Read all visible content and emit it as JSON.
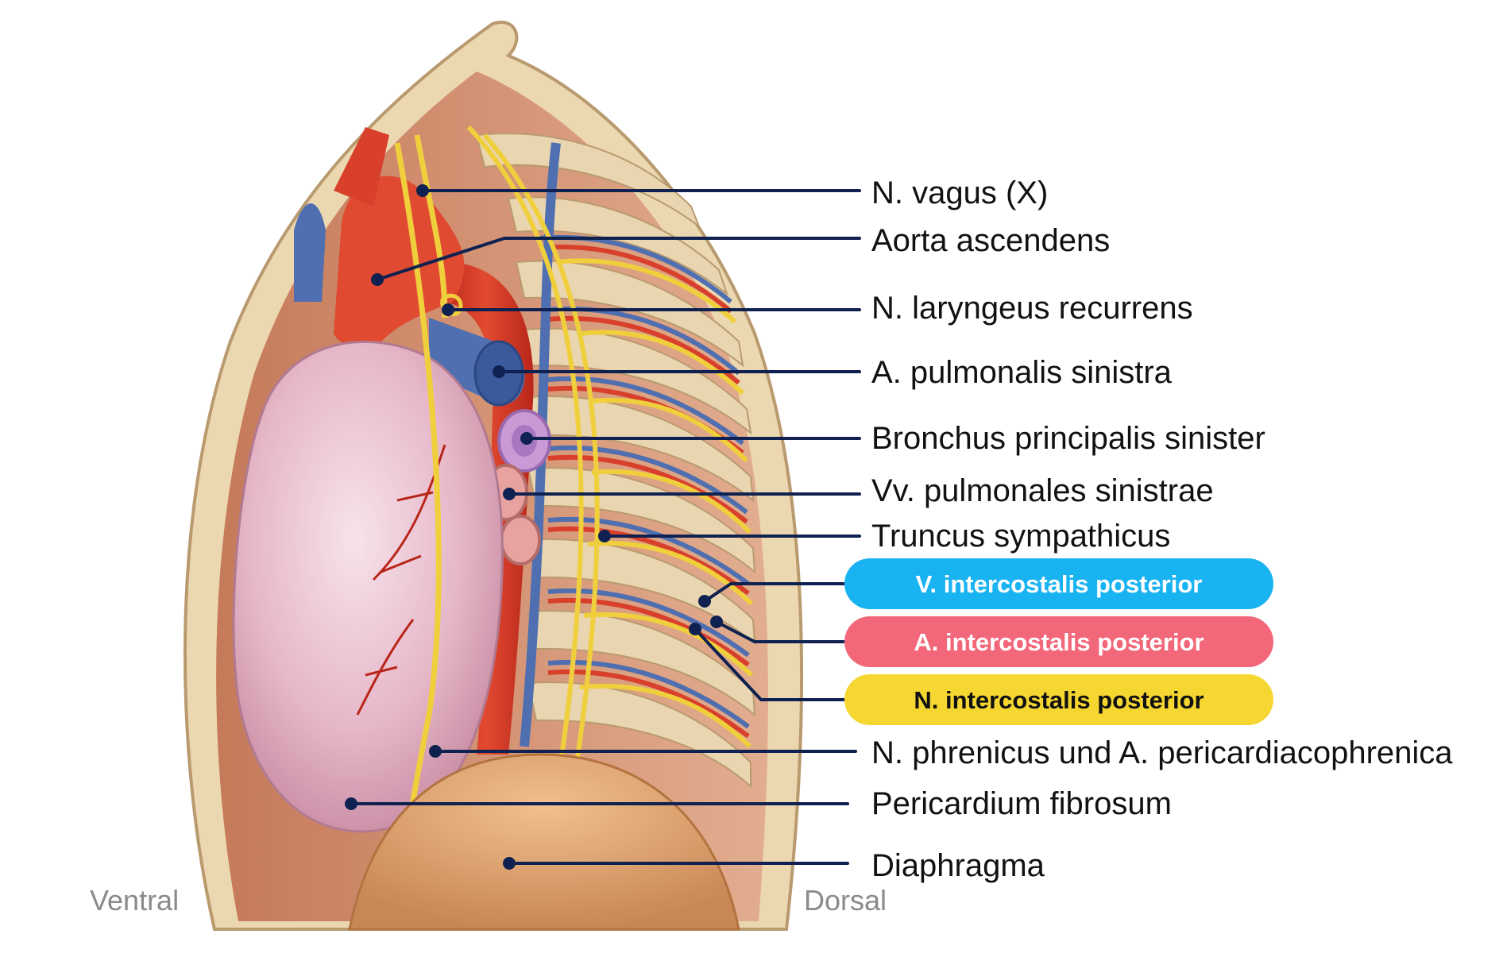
{
  "orientation": {
    "left": "Ventral",
    "right": "Dorsal"
  },
  "labels": [
    {
      "id": "n-vagus",
      "text": "N. vagus (X)"
    },
    {
      "id": "aorta-ascendens",
      "text": "Aorta ascendens"
    },
    {
      "id": "n-laryngeus-recurrens",
      "text": "N. laryngeus recurrens"
    },
    {
      "id": "a-pulmonalis-sinistra",
      "text": "A. pulmonalis sinistra"
    },
    {
      "id": "bronchus-principalis-sinister",
      "text": "Bronchus principalis sinister"
    },
    {
      "id": "vv-pulmonales-sinistrae",
      "text": "Vv. pulmonales sinistrae"
    },
    {
      "id": "truncus-sympathicus",
      "text": "Truncus sympathicus"
    },
    {
      "id": "n-phrenicus",
      "text": "N. phrenicus und A. pericardiacophrenica"
    },
    {
      "id": "pericardium-fibrosum",
      "text": "Pericardium fibrosum"
    },
    {
      "id": "diaphragma",
      "text": "Diaphragma"
    }
  ],
  "highlighted": [
    {
      "id": "v-intercostalis",
      "text": "V. intercostalis posterior",
      "bg": "#1ab3f2",
      "fg": "#ffffff"
    },
    {
      "id": "a-intercostalis",
      "text": "A. intercostalis posterior",
      "bg": "#f2677a",
      "fg": "#ffffff"
    },
    {
      "id": "n-intercostalis",
      "text": "N. intercostalis posterior",
      "bg": "#f6d630",
      "fg": "#111111"
    }
  ],
  "colors": {
    "leader": "#0f2150",
    "artery": "#d8402c",
    "vein": "#4f6fb0",
    "nerve": "#f0cf3c",
    "bone": "#ecd8b0",
    "muscle": "#d9a081",
    "heart": "#e8b9c8",
    "diaphragm": "#d9a36e"
  }
}
